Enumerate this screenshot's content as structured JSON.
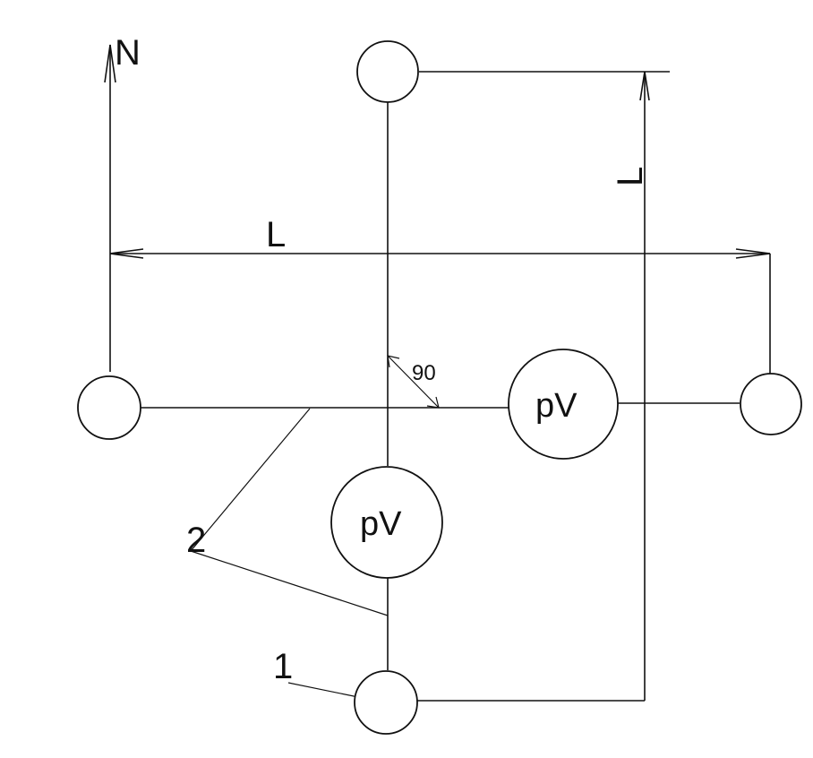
{
  "labels": {
    "north": "N",
    "length_horizontal": "L",
    "length_vertical": "L",
    "angle": "90",
    "sensor_left": "pV",
    "sensor_right": "pV",
    "callout_1": "1",
    "callout_2": "2"
  },
  "colors": {
    "line": "#111111",
    "background": "#ffffff"
  }
}
